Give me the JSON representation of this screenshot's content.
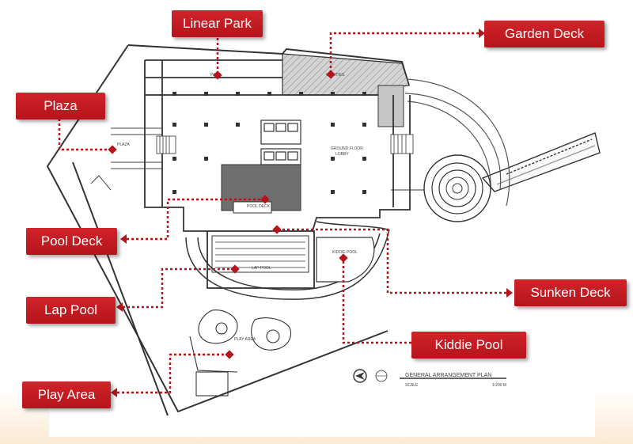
{
  "callouts": {
    "linear_park": "Linear Park",
    "garden_deck": "Garden Deck",
    "plaza": "Plaza",
    "pool_deck": "Pool Deck",
    "lap_pool": "Lap Pool",
    "sunken_deck": "Sunken Deck",
    "kiddie_pool": "Kiddie Pool",
    "play_area": "Play Area"
  },
  "plan_labels": {
    "plaza": "PLAZA",
    "ground_floor_lobby_1": "GROUND FLOOR",
    "ground_floor_lobby_2": "LOBBY",
    "pool_deck": "POOL DECK",
    "lap_pool": "LAP POOL",
    "kiddie_pool": "KIDDIE POOL",
    "play_area": "PLAY AREA",
    "utilities": "UTILITIES",
    "park": "PARK"
  },
  "title_block": {
    "title": "GENERAL ARRANGEMENT PLAN",
    "scale_label": "SCALE",
    "scale_value": "1:200 M"
  },
  "colors": {
    "callout_red": "#c81d24",
    "leader_red": "#b5141b",
    "plan_line": "#333333",
    "shaded_area": "#c8c8c8",
    "dark_area": "#6d6d6d"
  }
}
